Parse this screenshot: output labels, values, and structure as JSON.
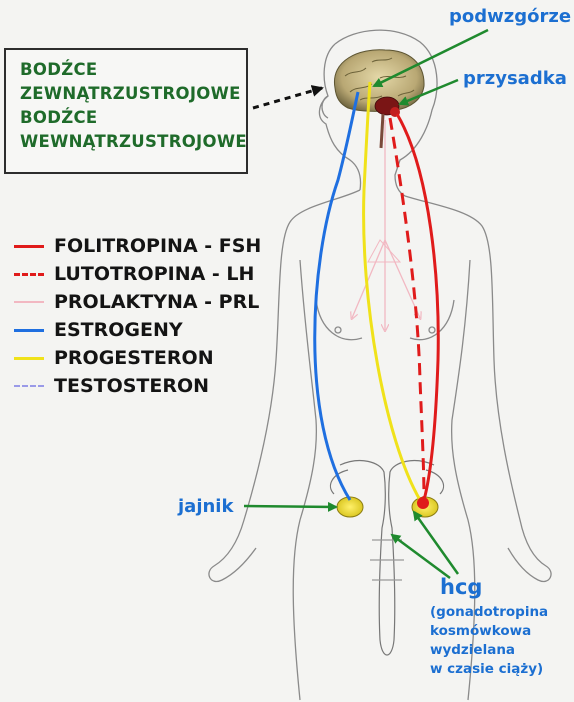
{
  "stimuli": {
    "lines": [
      "BODŹCE",
      "ZEWNĄTRZUSTROJOWE",
      "BODŹCE",
      "WEWNĄTRZUSTROJOWE"
    ]
  },
  "labels": {
    "hypothalamus": "podwzgórze",
    "pituitary": "przysadka",
    "ovary": "jajnik",
    "hcg": "hcg",
    "hcg_note": [
      "(gonadotropina",
      "kosmówkowa",
      "wydzielana",
      "w czasie ciąży)"
    ]
  },
  "legend": [
    {
      "label": "FOLITROPINA - FSH",
      "color": "#e01b1b",
      "style": "solid"
    },
    {
      "label": "LUTOTROPINA - LH",
      "color": "#e01b1b",
      "style": "dashed"
    },
    {
      "label": "PROLAKTYNA - PRL",
      "color": "#f2b8c2",
      "style": "solid"
    },
    {
      "label": "ESTROGENY",
      "color": "#1f6fe0",
      "style": "solid"
    },
    {
      "label": "PROGESTERON",
      "color": "#f0e21a",
      "style": "solid"
    },
    {
      "label": "TESTOSTERON",
      "color": "#9a9ae8",
      "style": "dashed"
    }
  ],
  "colors": {
    "green_text": "#1f6b2a",
    "blue_text": "#1c6fd1",
    "arrow_green": "#1f8a2e"
  },
  "icons": [
    "brain-illustration",
    "human-body-outline",
    "ovary-left",
    "ovary-right",
    "uterus-illustration"
  ]
}
